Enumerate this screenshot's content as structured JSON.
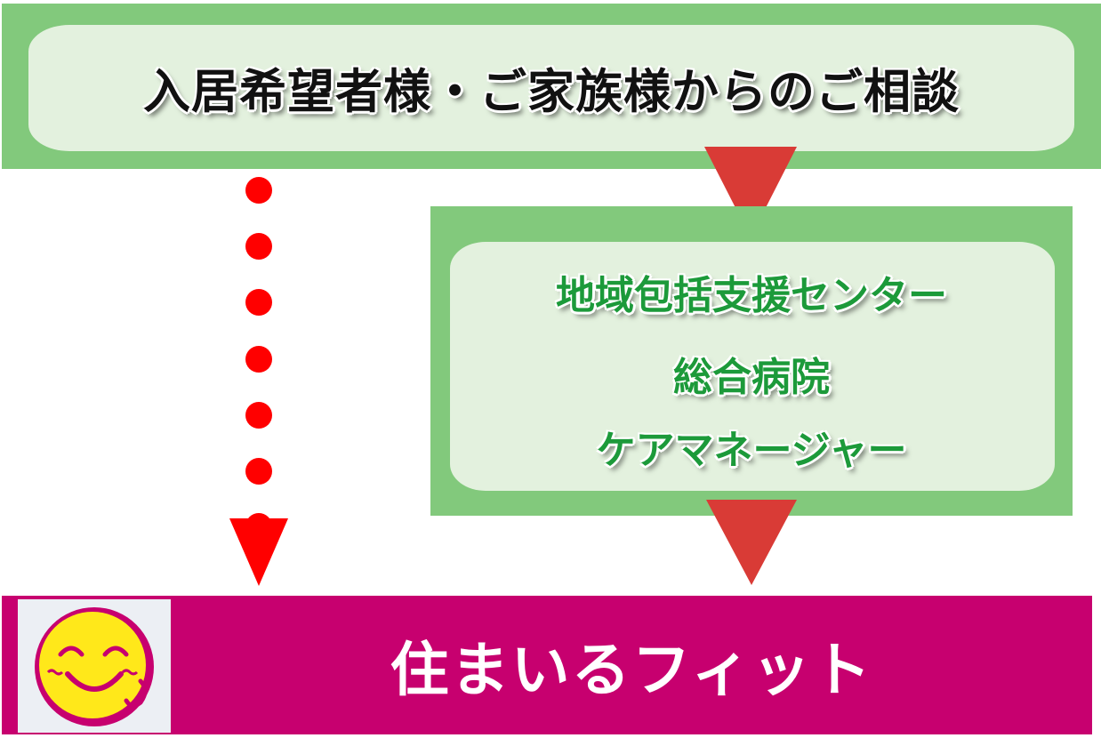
{
  "top": {
    "title": "入居希望者様・ご家族様からのご相談"
  },
  "middle": {
    "lines": [
      "地域包括支援センター",
      "総合病院",
      "ケアマネージャー"
    ]
  },
  "bottom": {
    "title": "住まいるフィット"
  },
  "logo": {
    "icon": "smiley-face-icon"
  },
  "colors": {
    "green_frame": "#82c97c",
    "green_inner": "#e3f1de",
    "green_text": "#1c9a3a",
    "arrow_red": "#d93b36",
    "dot_red": "#ff0000",
    "magenta": "#c7006f"
  }
}
